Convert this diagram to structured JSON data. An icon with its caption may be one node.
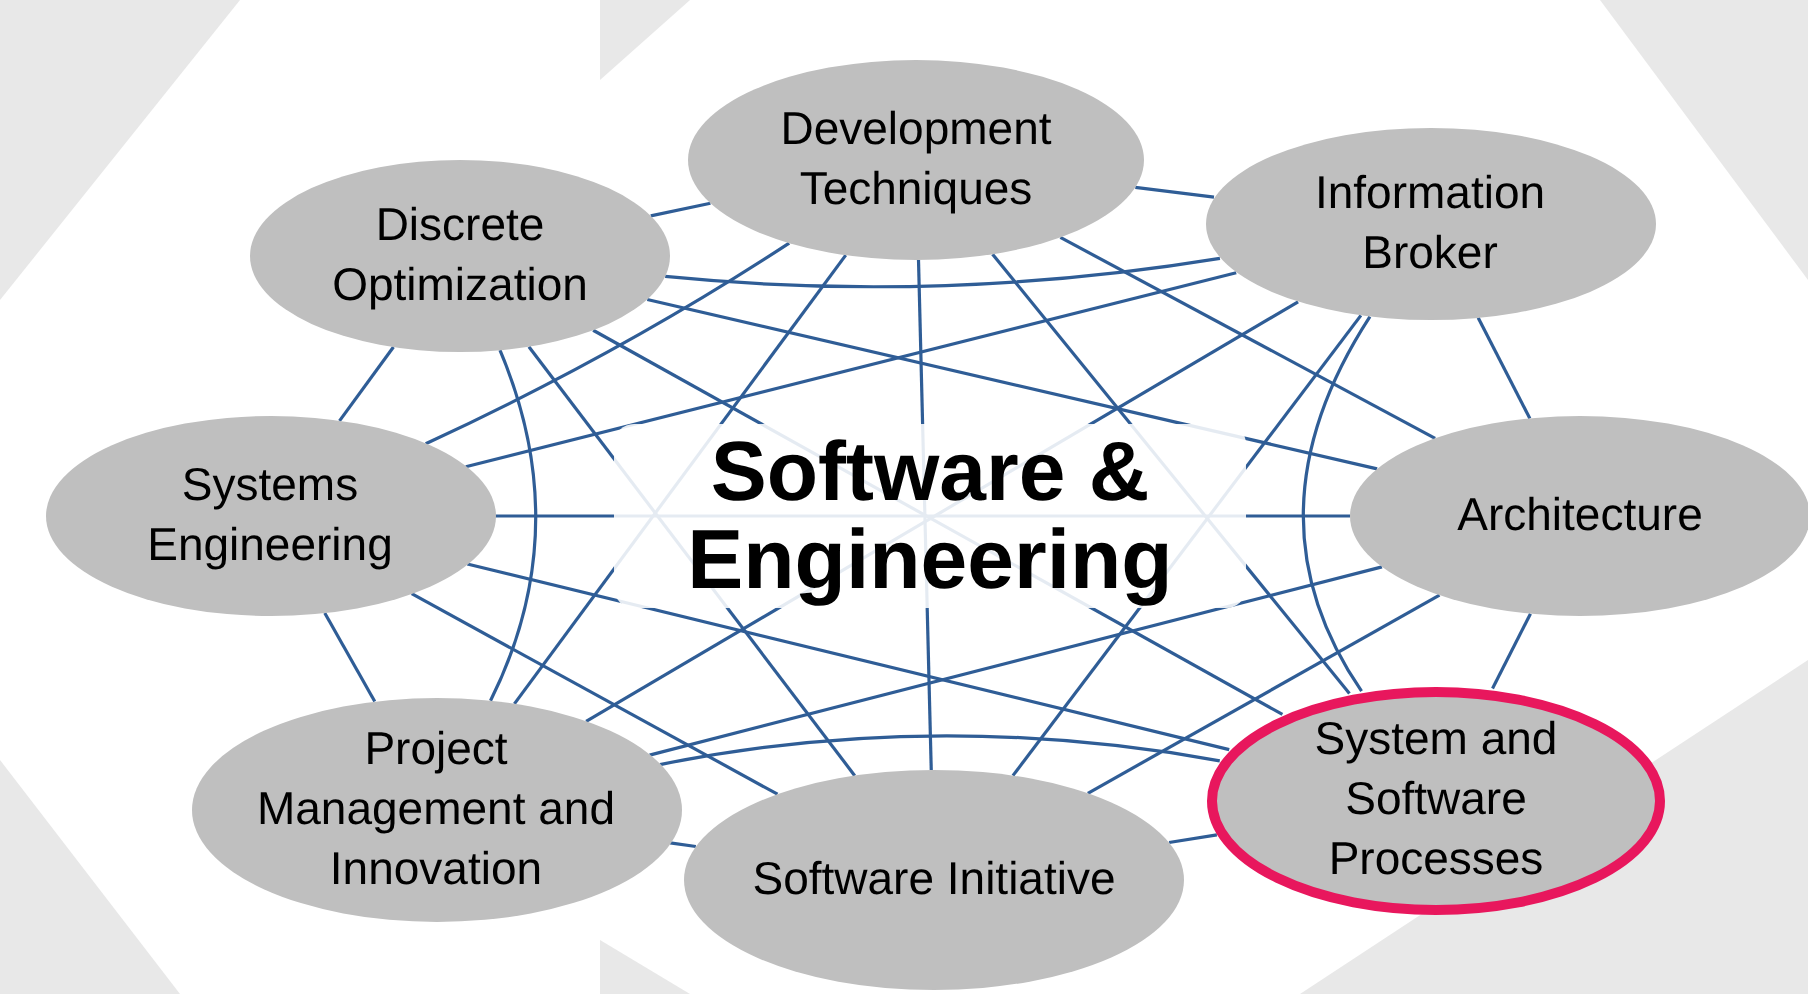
{
  "diagram": {
    "nodes": [
      {
        "text": [
          "Development Techniques"
        ]
      },
      {
        "text": [
          "Discrete Optimization"
        ]
      },
      {
        "text": [
          "Information Broker"
        ]
      },
      {
        "text": [
          "Systems Engineering"
        ]
      },
      {
        "text": [
          "Architecture"
        ]
      },
      {
        "text": [
          "Project Management and Innovation"
        ]
      },
      {
        "text": [
          "Software Initiative"
        ]
      },
      {
        "text": [
          "System and Software Processes"
        ]
      }
    ],
    "edges": [
      {
        "from": 0,
        "to": 1,
        "arrow": "none"
      },
      {
        "from": 0,
        "to": 2,
        "arrow": "none"
      },
      {
        "from": 0,
        "to": 3,
        "arrow": "none"
      },
      {
        "from": 0,
        "to": 4,
        "arrow": "none"
      },
      {
        "from": 0,
        "to": 5,
        "arrow": "none"
      },
      {
        "from": 0,
        "to": 6,
        "arrow": "none"
      },
      {
        "from": 0,
        "to": 7,
        "arrow": "none"
      },
      {
        "from": 1,
        "to": 2,
        "arrow": "none"
      },
      {
        "from": 1,
        "to": 3,
        "arrow": "none"
      },
      {
        "from": 1,
        "to": 4,
        "arrow": "none"
      },
      {
        "from": 1,
        "to": 5,
        "arrow": "none"
      },
      {
        "from": 1,
        "to": 6,
        "arrow": "none"
      },
      {
        "from": 1,
        "to": 7,
        "arrow": "none"
      },
      {
        "from": 2,
        "to": 3,
        "arrow": "none"
      },
      {
        "from": 2,
        "to": 4,
        "arrow": "none"
      },
      {
        "from": 2,
        "to": 5,
        "arrow": "none"
      },
      {
        "from": 2,
        "to": 6,
        "arrow": "none"
      },
      {
        "from": 2,
        "to": 7,
        "arrow": "none"
      },
      {
        "from": 3,
        "to": 4,
        "arrow": "none"
      },
      {
        "from": 3,
        "to": 5,
        "arrow": "none"
      },
      {
        "from": 3,
        "to": 6,
        "arrow": "none"
      },
      {
        "from": 3,
        "to": 7,
        "arrow": "none"
      },
      {
        "from": 4,
        "to": 5,
        "arrow": "none"
      },
      {
        "from": 4,
        "to": 6,
        "arrow": "none"
      },
      {
        "from": 4,
        "to": 7,
        "arrow": "none"
      },
      {
        "from": 5,
        "to": 6,
        "arrow": "none"
      },
      {
        "from": 5,
        "to": 7,
        "arrow": "none"
      },
      {
        "from": 6,
        "to": 7,
        "arrow": "none"
      }
    ],
    "labels": [
      "Software & Engineering"
    ]
  }
}
